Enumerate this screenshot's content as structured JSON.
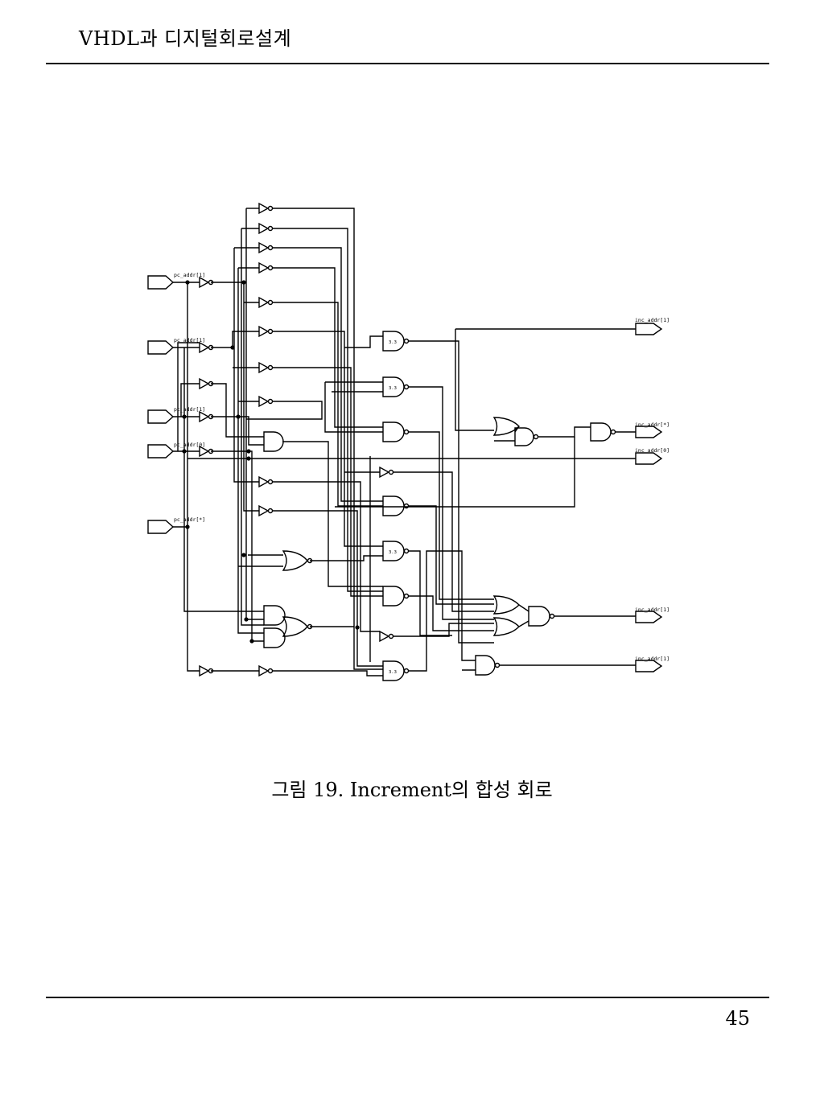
{
  "header": {
    "title": "VHDL과 디지털회로설계"
  },
  "figure": {
    "caption": "그림 19. Increment의 합성 회로",
    "input_ports": [
      "pc_addr[1]",
      "pc_addr[1]",
      "pc_addr[1]",
      "pc_addr[0]",
      "pc_addr[*]"
    ],
    "output_ports": [
      "inc_addr[1]",
      "inc_addr[*]",
      "inc_addr[0]",
      "inc_addr[1]",
      "inc_addr[1]"
    ],
    "gate_label": "3.3"
  },
  "footer": {
    "page_number": "45"
  }
}
